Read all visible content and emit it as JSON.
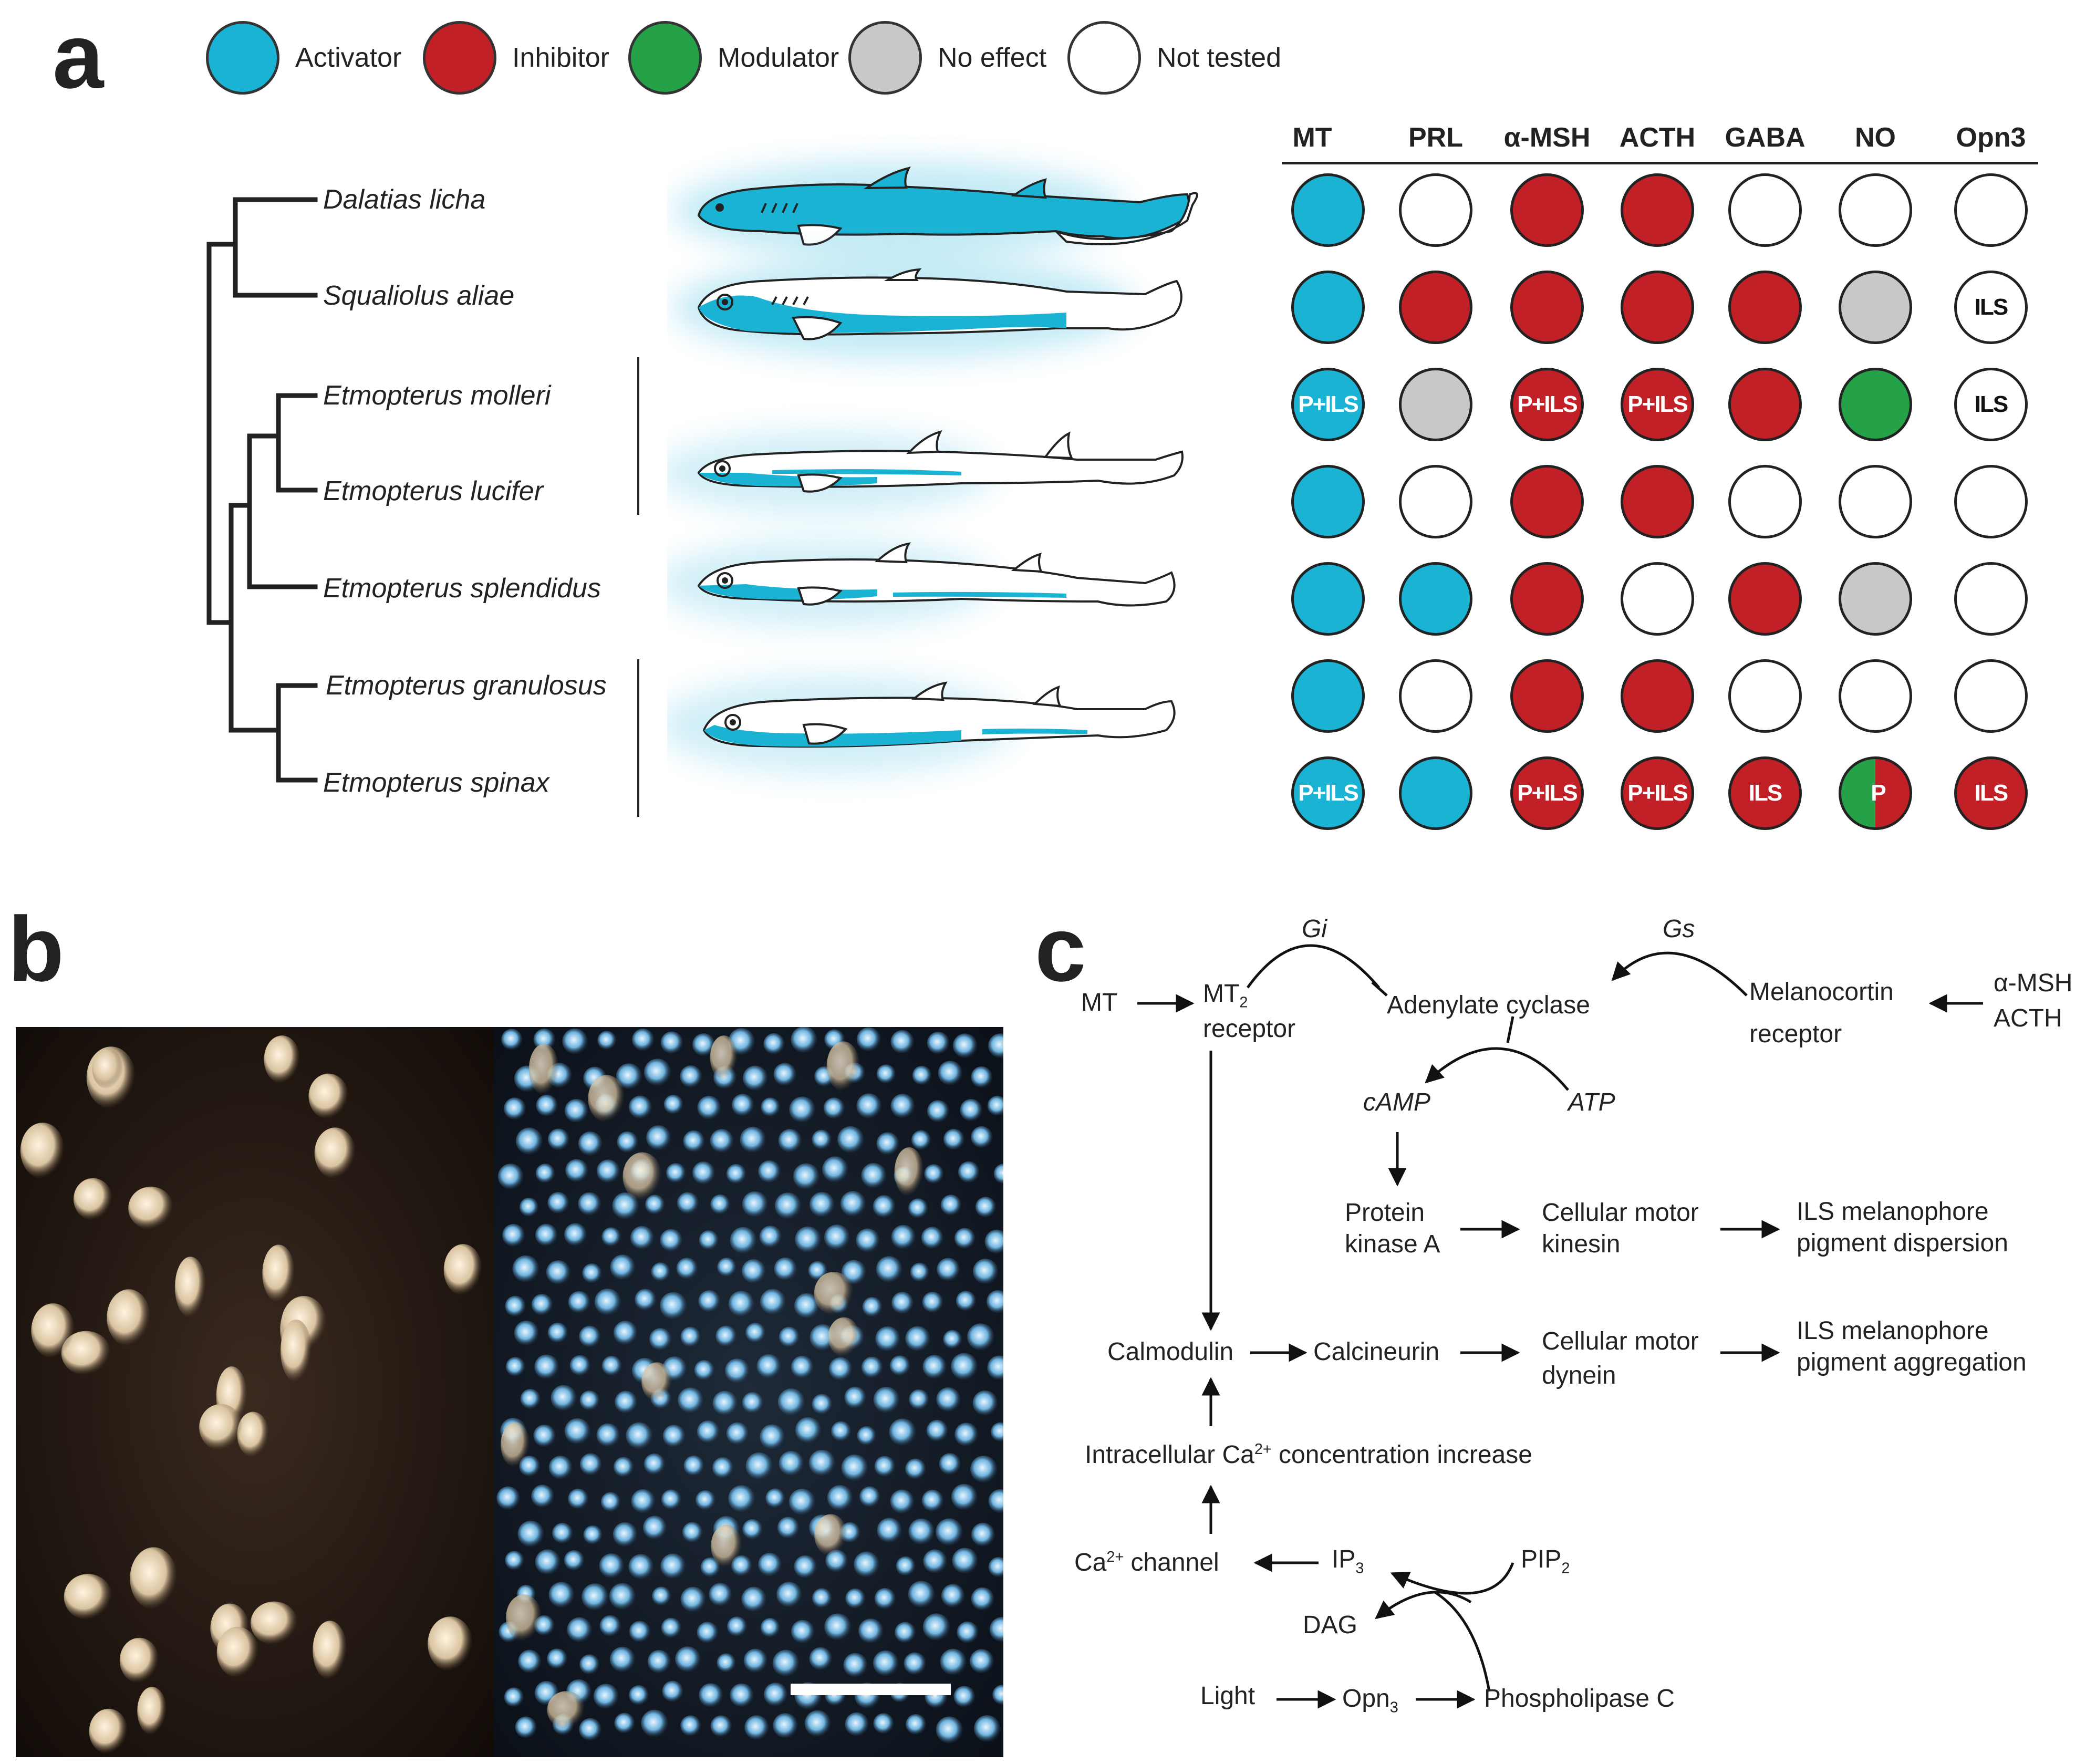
{
  "panels": {
    "a": "a",
    "b": "b",
    "c": "c"
  },
  "legend": [
    {
      "label": "Activator",
      "color": "#1bb3d4"
    },
    {
      "label": "Inhibitor",
      "color": "#c12126"
    },
    {
      "label": "Modulator",
      "color": "#25a148"
    },
    {
      "label": "No effect",
      "color": "#c8c8c8"
    },
    {
      "label": "Not tested",
      "color": "#ffffff"
    }
  ],
  "columns": [
    "MT",
    "PRL",
    "α-MSH",
    "ACTH",
    "GABA",
    "NO",
    "Opn3"
  ],
  "species": [
    "Dalatias licha",
    "Squaliolus aliae",
    "Etmopterus molleri",
    "Etmopterus lucifer",
    "Etmopterus splendidus",
    "Etmopterus granulosus",
    "Etmopterus spinax"
  ],
  "matrix": [
    [
      {
        "s": "activator"
      },
      {
        "s": "nottested"
      },
      {
        "s": "inhibitor"
      },
      {
        "s": "inhibitor"
      },
      {
        "s": "nottested"
      },
      {
        "s": "nottested"
      },
      {
        "s": "nottested"
      }
    ],
    [
      {
        "s": "activator"
      },
      {
        "s": "inhibitor"
      },
      {
        "s": "inhibitor"
      },
      {
        "s": "inhibitor"
      },
      {
        "s": "inhibitor"
      },
      {
        "s": "noeffect"
      },
      {
        "s": "nottested",
        "t": "ILS"
      }
    ],
    [
      {
        "s": "activator",
        "t": "P+ILS"
      },
      {
        "s": "noeffect"
      },
      {
        "s": "inhibitor",
        "t": "P+ILS"
      },
      {
        "s": "inhibitor",
        "t": "P+ILS"
      },
      {
        "s": "inhibitor"
      },
      {
        "s": "modulator"
      },
      {
        "s": "nottested",
        "t": "ILS"
      }
    ],
    [
      {
        "s": "activator"
      },
      {
        "s": "nottested"
      },
      {
        "s": "inhibitor"
      },
      {
        "s": "inhibitor"
      },
      {
        "s": "nottested"
      },
      {
        "s": "nottested"
      },
      {
        "s": "nottested"
      }
    ],
    [
      {
        "s": "activator"
      },
      {
        "s": "activator"
      },
      {
        "s": "inhibitor"
      },
      {
        "s": "nottested"
      },
      {
        "s": "inhibitor"
      },
      {
        "s": "noeffect"
      },
      {
        "s": "nottested"
      }
    ],
    [
      {
        "s": "activator"
      },
      {
        "s": "nottested"
      },
      {
        "s": "inhibitor"
      },
      {
        "s": "inhibitor"
      },
      {
        "s": "nottested"
      },
      {
        "s": "nottested"
      },
      {
        "s": "nottested"
      }
    ],
    [
      {
        "s": "activator",
        "t": "P+ILS"
      },
      {
        "s": "activator"
      },
      {
        "s": "inhibitor",
        "t": "P+ILS"
      },
      {
        "s": "inhibitor",
        "t": "P+ILS"
      },
      {
        "s": "inhibitor",
        "t": "ILS"
      },
      {
        "s": "split",
        "t": "P"
      },
      {
        "s": "inhibitor",
        "t": "ILS"
      }
    ]
  ],
  "pathway": {
    "mt": "MT",
    "mt2_main": "MT",
    "mt2_sub": "2",
    "receptor": "receptor",
    "gi": "Gi",
    "gs": "Gs",
    "adenylate_cyclase": "Adenylate cyclase",
    "melanocortin": "Melanocortin",
    "melanocortin_receptor": "receptor",
    "amsh": "α-MSH",
    "acth": "ACTH",
    "camp": "cAMP",
    "atp": "ATP",
    "pka_1": "Protein",
    "pka_2": "kinase A",
    "kinesin_1": "Cellular motor",
    "kinesin_2": "kinesin",
    "dispersion_1": "ILS melanophore",
    "dispersion_2": "pigment dispersion",
    "calmodulin": "Calmodulin",
    "calcineurin": "Calcineurin",
    "dynein_1": "Cellular motor",
    "dynein_2": "dynein",
    "aggregation_1": "ILS melanophore",
    "aggregation_2": "pigment aggregation",
    "ca_pre": "Intracellular Ca",
    "ca_sup": "2+",
    "ca_post": " concentration increase",
    "channel_pre": "Ca",
    "channel_sup": "2+",
    "channel_post": " channel",
    "ip3_main": "IP",
    "ip3_sub": "3",
    "pip2_main": "PIP",
    "pip2_sub": "2",
    "dag": "DAG",
    "light": "Light",
    "opn3_main": "Opn",
    "opn3_sub": "3",
    "plc": "Phospholipase C"
  }
}
